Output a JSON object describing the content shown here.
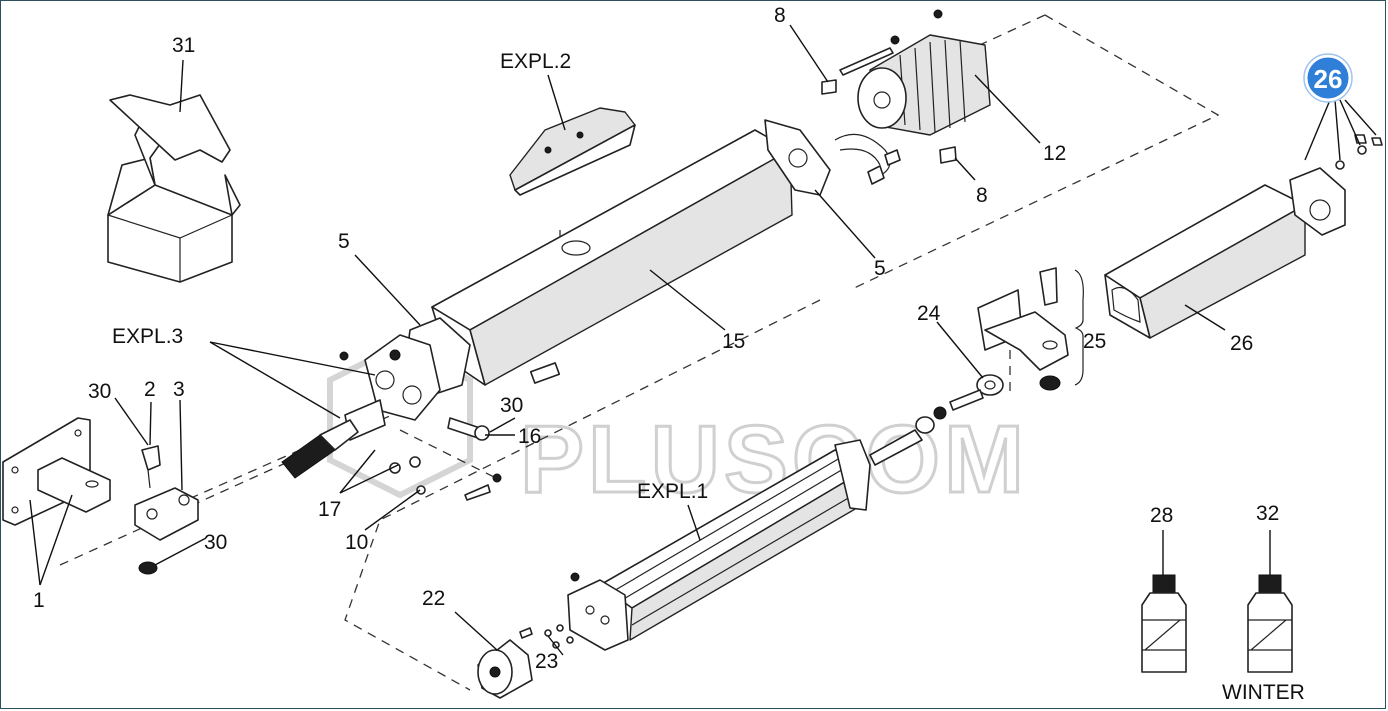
{
  "watermark": {
    "text": "PLUSCOM"
  },
  "badge": {
    "label": "26",
    "color": "#2f7fd8"
  },
  "labels": {
    "l31": "31",
    "expl2": "EXPL.2",
    "l8a": "8",
    "l12": "12",
    "l8b": "8",
    "l5a": "5",
    "l5b": "5",
    "l15": "15",
    "l26b": "26",
    "l24": "24",
    "l25": "25",
    "expl3": "EXPL.3",
    "l30a": "30",
    "l2": "2",
    "l3": "3",
    "l30b": "30",
    "l16": "16",
    "l30c": "30",
    "l17": "17",
    "l10": "10",
    "l1": "1",
    "expl1": "EXPL.1",
    "l22": "22",
    "l23": "23",
    "l28": "28",
    "l32": "32",
    "winter": "WINTER"
  }
}
